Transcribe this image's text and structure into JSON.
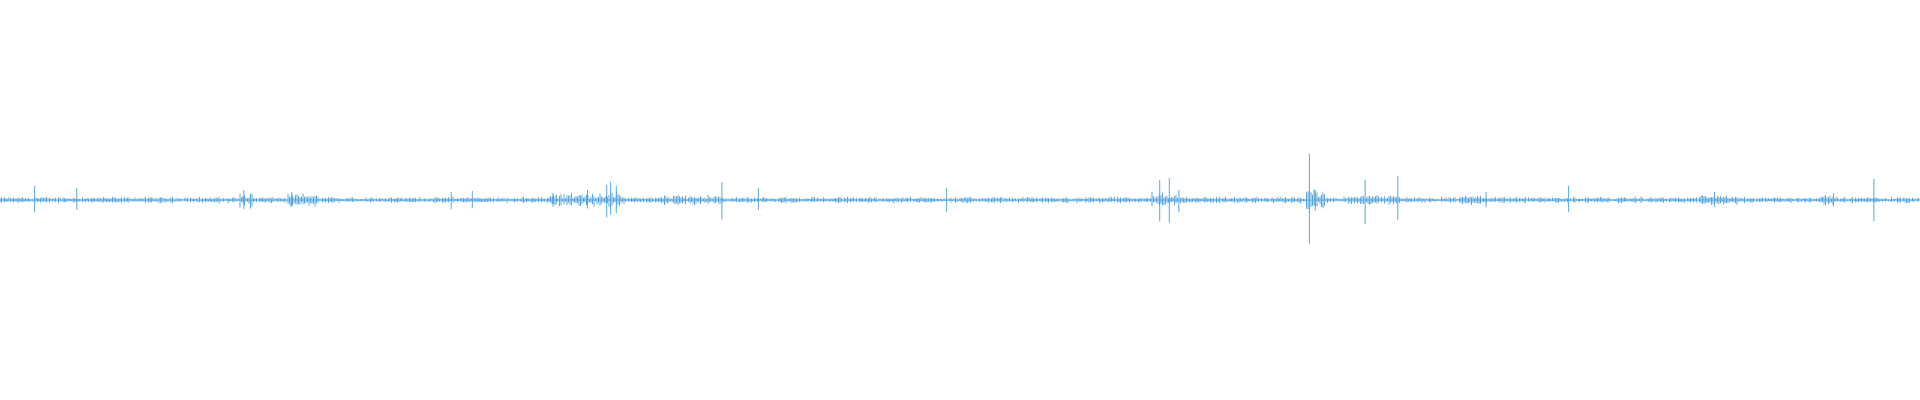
{
  "waveform": {
    "color": "#5aa7dd",
    "background": "#ffffff",
    "spikes": [
      {
        "t": 0.018,
        "amp": 0.07
      },
      {
        "t": 0.04,
        "amp": 0.06
      },
      {
        "t": 0.127,
        "amp": 0.05
      },
      {
        "t": 0.152,
        "amp": 0.04
      },
      {
        "t": 0.235,
        "amp": 0.04
      },
      {
        "t": 0.246,
        "amp": 0.045
      },
      {
        "t": 0.288,
        "amp": 0.035
      },
      {
        "t": 0.306,
        "amp": 0.05
      },
      {
        "t": 0.316,
        "amp": 0.075
      },
      {
        "t": 0.318,
        "amp": 0.09
      },
      {
        "t": 0.321,
        "amp": 0.07
      },
      {
        "t": 0.376,
        "amp": 0.09
      },
      {
        "t": 0.395,
        "amp": 0.06
      },
      {
        "t": 0.493,
        "amp": 0.06
      },
      {
        "t": 0.604,
        "amp": 0.1
      },
      {
        "t": 0.609,
        "amp": 0.11
      },
      {
        "t": 0.614,
        "amp": 0.05
      },
      {
        "t": 0.682,
        "amp": 0.23
      },
      {
        "t": 0.685,
        "amp": 0.05
      },
      {
        "t": 0.711,
        "amp": 0.1
      },
      {
        "t": 0.728,
        "amp": 0.12
      },
      {
        "t": 0.774,
        "amp": 0.04
      },
      {
        "t": 0.817,
        "amp": 0.07
      },
      {
        "t": 0.893,
        "amp": 0.04
      },
      {
        "t": 0.955,
        "amp": 0.035
      },
      {
        "t": 0.976,
        "amp": 0.105
      }
    ],
    "dense_regions": [
      {
        "start": 0.125,
        "end": 0.132,
        "amp": 0.035
      },
      {
        "start": 0.15,
        "end": 0.165,
        "amp": 0.025
      },
      {
        "start": 0.286,
        "end": 0.325,
        "amp": 0.03
      },
      {
        "start": 0.345,
        "end": 0.375,
        "amp": 0.02
      },
      {
        "start": 0.6,
        "end": 0.616,
        "amp": 0.03
      },
      {
        "start": 0.68,
        "end": 0.69,
        "amp": 0.04
      },
      {
        "start": 0.7,
        "end": 0.73,
        "amp": 0.02
      },
      {
        "start": 0.76,
        "end": 0.775,
        "amp": 0.02
      },
      {
        "start": 0.885,
        "end": 0.905,
        "amp": 0.02
      },
      {
        "start": 0.945,
        "end": 0.955,
        "amp": 0.02
      }
    ],
    "baseline_amp": 0.012
  }
}
